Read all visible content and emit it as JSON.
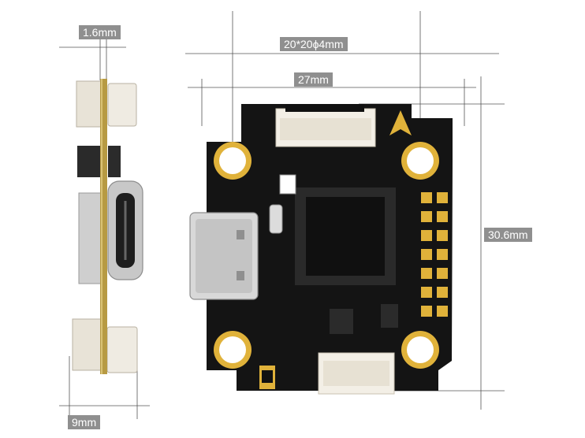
{
  "dimensions": {
    "thickness": "1.6mm",
    "mount_pattern": "20*20ϕ4mm",
    "width": "27mm",
    "height": "30.6mm",
    "side_depth": "9mm"
  },
  "colors": {
    "pcb": "#141414",
    "gold": "#e0b23a",
    "connector": "#f3efe6",
    "line": "#555555",
    "label_bg": "#8f8f8f"
  }
}
